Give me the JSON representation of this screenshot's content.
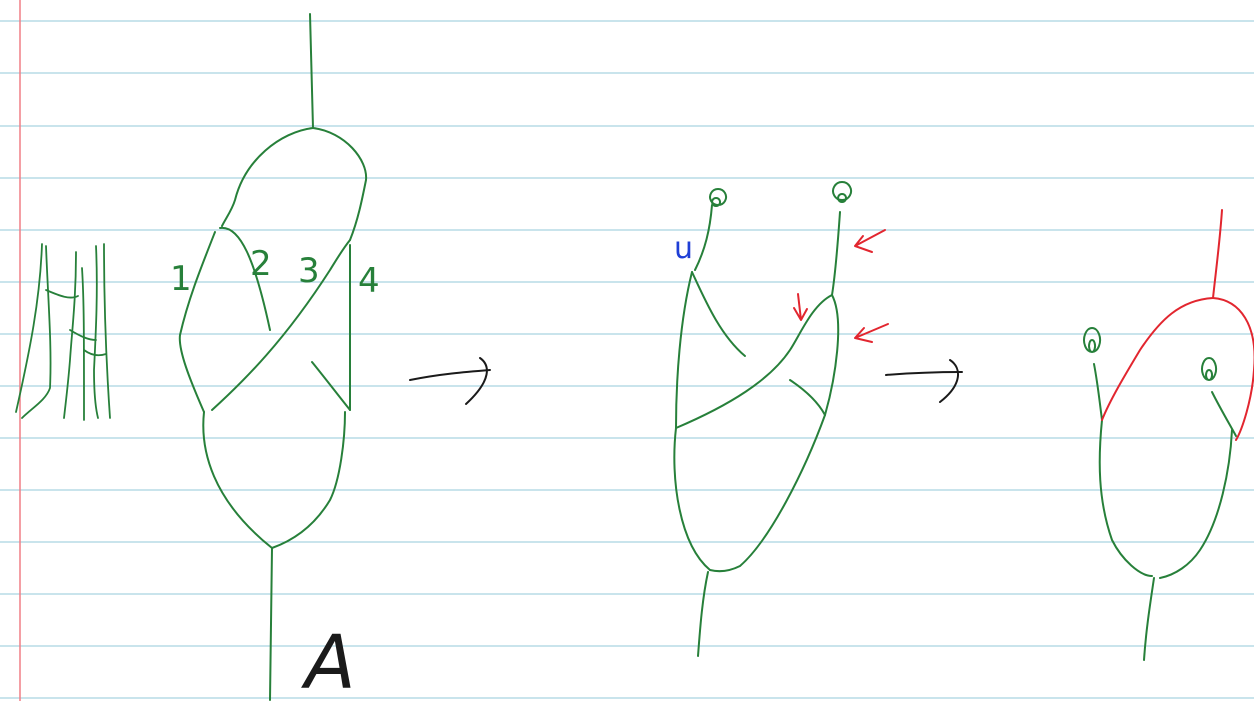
{
  "paper": {
    "background": "#ffffff",
    "rule_color": "#a9d4e0",
    "margin_color": "#f07f86"
  },
  "ink": {
    "green": "#27803a",
    "black": "#1a1a1a",
    "red": "#e2262f",
    "blue": "#1f3fd6"
  },
  "labels": {
    "strand_1": "1",
    "strand_2": "2",
    "strand_3": "3",
    "strand_4": "4",
    "cap_label": "u",
    "diagram_letter": "A"
  }
}
